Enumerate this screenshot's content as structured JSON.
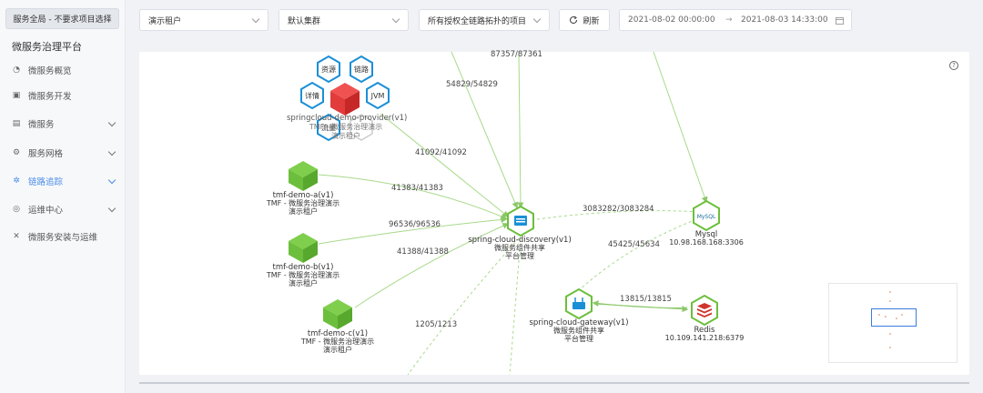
{
  "sidebar": {
    "scope_button": "服务全局 - 不要求项目选择",
    "platform_title": "微服务治理平台",
    "items": [
      {
        "label": "微服务概览",
        "icon": "dashboard-icon"
      },
      {
        "label": "微服务开发",
        "icon": "code-box-icon"
      },
      {
        "label": "微服务",
        "icon": "grid-icon"
      },
      {
        "label": "服务网格",
        "icon": "gear-icon"
      },
      {
        "label": "链路追踪",
        "icon": "link-trace-icon"
      },
      {
        "label": "运维中心",
        "icon": "settings-circle-icon"
      },
      {
        "label": "微服务安装与运维",
        "icon": "tools-icon"
      }
    ]
  },
  "toolbar": {
    "tenant_select": "演示租户",
    "cluster_select": "默认集群",
    "project_select": "所有授权全链路拓扑的项目",
    "refresh_label": "刷新",
    "date_start": "2021-08-02 00:00:00",
    "date_arrow": "→",
    "date_end": "2021-08-03 14:33:00"
  },
  "hex_menu": {
    "resource": "资源",
    "link": "链路",
    "detail": "详情",
    "jvm": "JVM",
    "traffic": "流量"
  },
  "nodes": {
    "provider": {
      "name": "springcloud-demo-provider(v1)",
      "sub1": "TMF - 微服务治理演示",
      "sub2": "演示租户"
    },
    "demo_a": {
      "name": "tmf-demo-a(v1)",
      "sub1": "TMF - 微服务治理演示",
      "sub2": "演示租户"
    },
    "demo_b": {
      "name": "tmf-demo-b(v1)",
      "sub1": "TMF - 微服务治理演示",
      "sub2": "演示租户"
    },
    "demo_c": {
      "name": "tmf-demo-c(v1)",
      "sub1": "TMF - 微服务治理演示",
      "sub2": "演示租户"
    },
    "discovery": {
      "name": "spring-cloud-discovery(v1)",
      "sub1": "微服务组件共享",
      "sub2": "平台管理"
    },
    "gateway": {
      "name": "spring-cloud-gateway(v1)",
      "sub1": "微服务组件共享",
      "sub2": "平台管理"
    },
    "mysql": {
      "name": "Mysql",
      "sub1": "10.98.168.168:3306",
      "icon_text": "MySQL"
    },
    "redis": {
      "name": "Redis",
      "sub1": "10.109.141.218:6379"
    }
  },
  "edges": {
    "e1": "87357/87361",
    "e2": "54829/54829",
    "e3": "41092/41092",
    "e4": "41383/41383",
    "e5": "96536/96536",
    "e6": "41388/41388",
    "e7": "3083282/3083284",
    "e8": "45425/45634",
    "e9": "13815/13815",
    "e10": "1205/1213"
  },
  "help_icon_text": "?",
  "colors": {
    "accent": "#4a8de8",
    "node_green": "#6cbf3c",
    "hex_blue": "#1a8fd6",
    "hex_red": "#e23b3b",
    "edge_green": "#a8d98a",
    "redis_red": "#d0342c"
  }
}
